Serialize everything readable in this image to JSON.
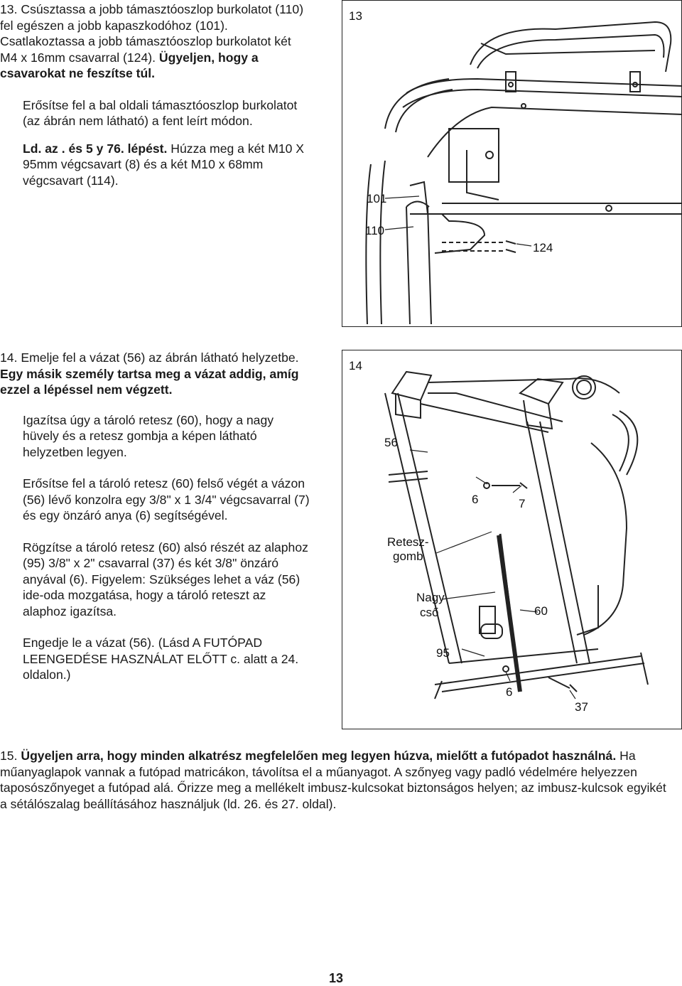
{
  "step13": {
    "number": "13.",
    "text_a": "Csúsztassa a jobb támasztóoszlop burkolatot (110) fel egészen a jobb kapaszkodóhoz (101). Csatlakoztassa a jobb támasztóoszlop burkolatot két M4 x 16mm csavarral (124).",
    "text_a_bold": "Ügyeljen, hogy a csavarokat ne feszítse túl.",
    "text_b": "Erősítse fel a bal oldali támasztóoszlop burkolatot (az ábrán nem látható) a fent leírt módon.",
    "text_c_bold": "Ld. az . és 5 y 76. lépést.",
    "text_c": "Húzza meg a két M10 X 95mm végcsavart (8) és a két M10 x 68mm végcsavart (114)."
  },
  "figure13": {
    "number": "13",
    "labels": {
      "l101": "101",
      "l110": "110",
      "l124": "124"
    }
  },
  "step14": {
    "number": "14.",
    "text_a": "Emelje fel a vázat (56) az ábrán látható helyzetbe.",
    "text_a_bold": "Egy másik személy tartsa meg a vázat addig, amíg ezzel a lépéssel nem végzett.",
    "text_b": "Igazítsa úgy a tároló retesz (60), hogy a nagy hüvely és a retesz gombja a képen látható helyzetben legyen.",
    "text_c": "Erősítse fel a tároló retesz (60) felső végét a vázon (56) lévő konzolra egy 3/8\" x 1 3/4\" végcsavarral (7) és egy önzáró anya (6) segítségével.",
    "text_d": "Rögzítse a tároló retesz (60) alsó részét az alaphoz (95) 3/8\" x 2\" csavarral (37) és két 3/8\" önzáró anyával (6). Figyelem: Szükséges lehet a váz (56) ide-oda mozgatása, hogy a tároló reteszt az alaphoz igazítsa.",
    "text_e": "Engedje le a vázat (56). (Lásd A FUTÓPAD LEENGEDÉSE HASZNÁLAT ELŐTT c. alatt a 24. oldalon.)"
  },
  "figure14": {
    "number": "14",
    "labels": {
      "l56": "56",
      "l6a": "6",
      "l7": "7",
      "retesz1": "Retesz-",
      "retesz2": "gomb",
      "nagy1": "Nagy",
      "nagy2": "cső",
      "l60": "60",
      "l95": "95",
      "l6b": "6",
      "l37": "37"
    }
  },
  "step15": {
    "number": "15.",
    "text_bold": "Ügyeljen arra, hogy minden alkatrész megfelelően meg legyen húzva, mielőtt a futópadot használná.",
    "text": "Ha műanyaglapok vannak a futópad matricákon, távolítsa el a műanyagot. A szőnyeg vagy padló védelmére helyezzen taposószőnyeget a futópad alá. Őrizze meg a mellékelt imbusz-kulcsokat biztonságos helyen; az imbusz-kulcsok egyikét a sétálószalag beállításához használjuk (ld. 26. és 27. oldal)."
  },
  "page_number": "13"
}
